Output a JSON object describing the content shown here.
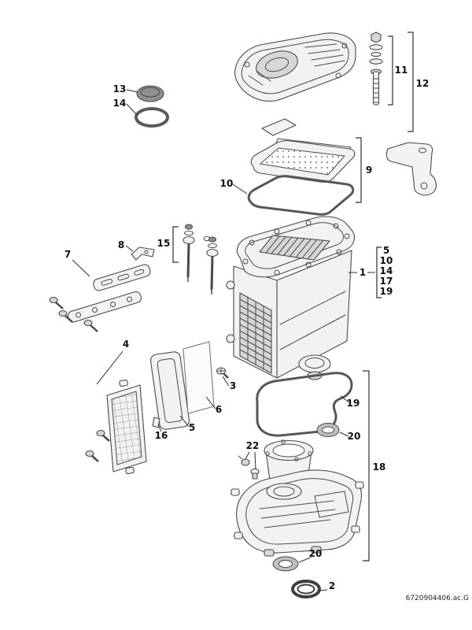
{
  "diagram": {
    "drawing_number": "6720904406.ac.G",
    "callouts": {
      "c1": "1",
      "c2": "2",
      "c3": "3",
      "c4": "4",
      "c5": "5",
      "c6": "6",
      "c7": "7",
      "c8": "8",
      "c9": "9",
      "c10": "10",
      "c11": "11",
      "c12": "12",
      "c13": "13",
      "c14": "14",
      "c15": "15",
      "c16": "16",
      "c18": "18",
      "c19": "19",
      "c20a": "20",
      "c20b": "20",
      "c22": "22"
    },
    "group1_list": [
      "5",
      "10",
      "14",
      "17",
      "19"
    ],
    "style": {
      "ink": "#4a4a4a",
      "paper": "#ffffff"
    }
  }
}
